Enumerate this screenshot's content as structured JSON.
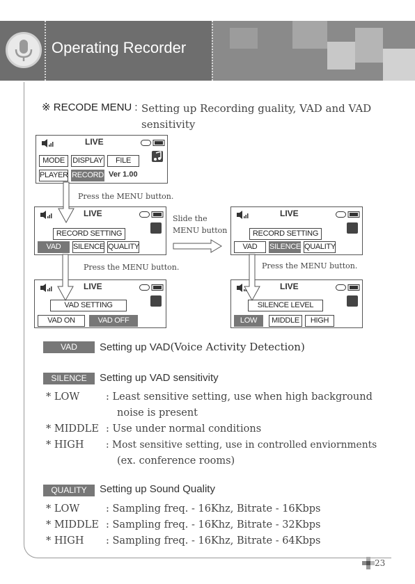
{
  "header": {
    "title": "Operating Recorder"
  },
  "intro": {
    "label": "※ RECODE MENU :",
    "desc": "Setting up Recording guality, VAD and VAD sensitivity"
  },
  "screens": {
    "s1": {
      "live": "LIVE",
      "mode": "MODE",
      "display": "DISPLAY",
      "file": "FILE",
      "player": "PLAYER",
      "record": "RECORD",
      "ver": "Ver 1.00"
    },
    "s2": {
      "live": "LIVE",
      "setting": "RECORD SETTING",
      "vad": "VAD",
      "silence": "SILENCE",
      "quality": "QUALITY"
    },
    "s3": {
      "live": "LIVE",
      "setting": "RECORD SETTING",
      "vad": "VAD",
      "silence": "SILENCE",
      "quality": "QUALITY"
    },
    "s4": {
      "live": "LIVE",
      "setting": "VAD SETTING",
      "on": "VAD ON",
      "off": "VAD OFF"
    },
    "s5": {
      "live": "LIVE",
      "setting": "SILENCE LEVEL",
      "low": "LOW",
      "middle": "MIDDLE",
      "high": "HIGH"
    }
  },
  "captions": {
    "c1": "Press the MENU button.",
    "slide1": "Slide the",
    "slide2": "MENU button",
    "c2": "Press the MENU button.",
    "c3": "Press the MENU button."
  },
  "sections": {
    "vad": {
      "badge": "VAD",
      "title_sans": "Setting up VAD",
      "title_rest": "(Voice Activity Detection)"
    },
    "silence": {
      "badge": "SILENCE",
      "title": "Setting up VAD sensitivity",
      "low_key": "* LOW",
      "low_val": ": Least sensitive setting, use when high background",
      "low_val2": "noise is present",
      "mid_key": "* MIDDLE",
      "mid_val": ": Use under normal conditions",
      "high_key": "* HIGH",
      "high_val": ": Most sensitive setting, use in controlled enviornments",
      "high_val2": "(ex. conference rooms)"
    },
    "quality": {
      "badge": "QUALITY",
      "title": "Setting up Sound Quality",
      "low_key": "* LOW",
      "low_val": ": Sampling freq. - 16Khz, Bitrate - 16Kbps",
      "mid_key": "* MIDDLE",
      "mid_val": ": Sampling freq. - 16Khz, Bitrate - 32Kbps",
      "high_key": "* HIGH",
      "high_val": ": Sampling freq. - 16Khz, Bitrate - 64Kbps"
    }
  },
  "footer": {
    "page": "23"
  }
}
